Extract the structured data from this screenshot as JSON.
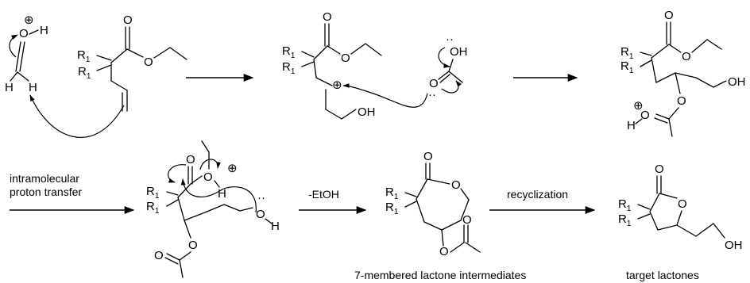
{
  "atoms": {
    "O": "O",
    "H": "H",
    "OH": "OH",
    "R": "R",
    "R_sub": "1"
  },
  "symbols": {
    "plus": "⊕",
    "lone_pair": "··"
  },
  "arrow_labels": {
    "proton_transfer_line1": "intramolecular",
    "proton_transfer_line2": "proton transfer",
    "elimination": "-EtOH",
    "recyclization": "recyclization"
  },
  "captions": {
    "intermediates": "7-membered lactone intermediates",
    "products": "target lactones"
  }
}
